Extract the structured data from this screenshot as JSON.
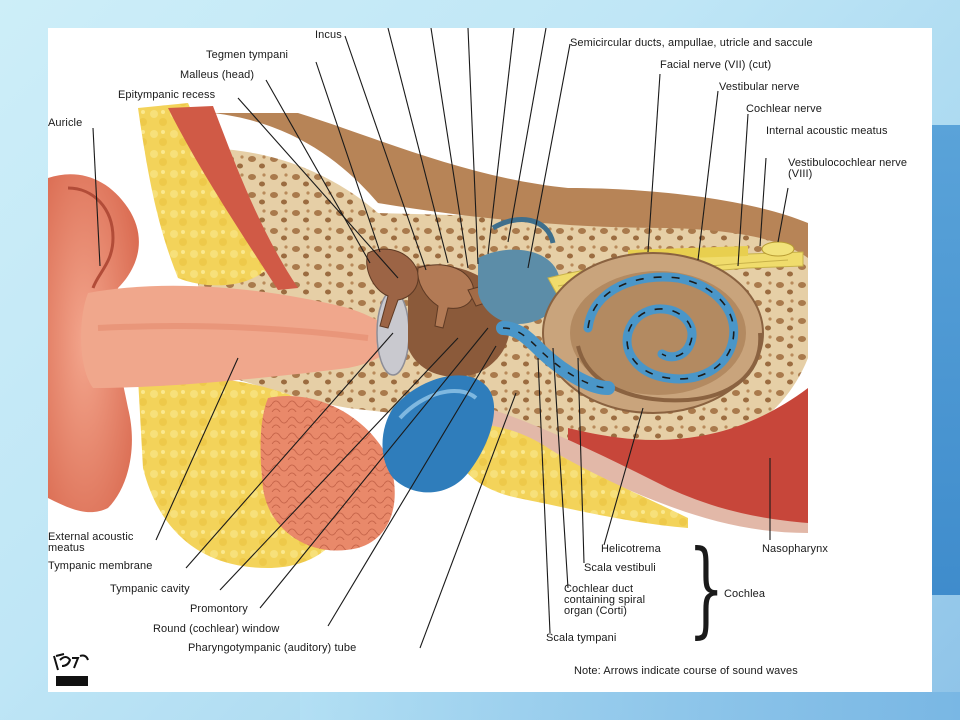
{
  "labels": {
    "incus": "Incus",
    "tegmen_tympani": "Tegmen tympani",
    "malleus_head": "Malleus (head)",
    "epitympanic_recess": "Epitympanic recess",
    "auricle": "Auricle",
    "semicircular": "Semicircular ducts, ampullae, utricle and saccule",
    "facial_nerve": "Facial nerve (VII) (cut)",
    "vestibular_nerve": "Vestibular nerve",
    "cochlear_nerve": "Cochlear nerve",
    "internal_acoustic_meatus": "Internal acoustic meatus",
    "vestibulocochlear_nerve": "Vestibulocochlear nerve (VIII)",
    "external_acoustic_meatus": "External acoustic meatus",
    "tympanic_membrane": "Tympanic membrane",
    "tympanic_cavity": "Tympanic cavity",
    "promontory": "Promontory",
    "round_window": "Round (cochlear) window",
    "pharyngotympanic_tube": "Pharyngotympanic (auditory) tube",
    "helicotrema": "Helicotrema",
    "scala_vestibuli": "Scala vestibuli",
    "cochlear_duct": "Cochlear duct containing spiral organ (Corti)",
    "scala_tympani": "Scala tympani",
    "nasopharynx": "Nasopharynx",
    "cochlea": "Cochlea",
    "note": "Note: Arrows indicate course of sound waves"
  }
}
